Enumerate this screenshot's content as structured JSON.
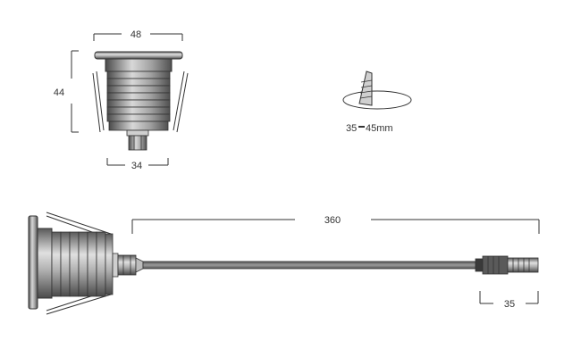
{
  "colors": {
    "line": "#333333",
    "metal_dark": "#4a4a4a",
    "metal_mid": "#8a8a8a",
    "metal_light": "#d8d8d8",
    "cable": "#7a7a7a"
  },
  "dimensions": {
    "top_width": "48",
    "height": "44",
    "bottom_width": "34",
    "cable_length": "360",
    "connector_length": "35"
  },
  "hole_depth": {
    "label": "35",
    "unit": "45mm"
  }
}
